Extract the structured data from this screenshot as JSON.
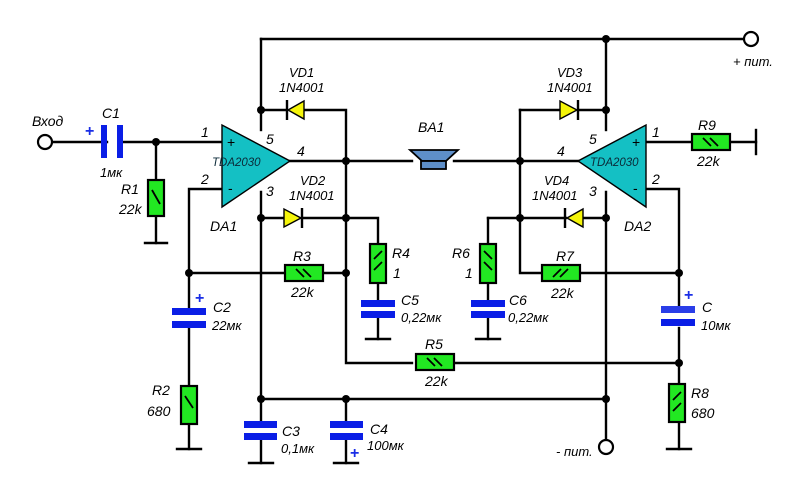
{
  "diagram": {
    "title": "",
    "terminals": {
      "input": "Вход",
      "plus_supply": "+ пит.",
      "minus_supply": "- пит."
    },
    "amplifiers": [
      {
        "ref": "DA1",
        "part": "TDA2030",
        "pins": {
          "in_plus": "1",
          "in_minus": "2",
          "gnd": "3",
          "out": "4",
          "vcc": "5"
        },
        "plus_sign": "+",
        "minus_sign": "-"
      },
      {
        "ref": "DA2",
        "part": "TDA2030",
        "pins": {
          "in_plus": "1",
          "in_minus": "2",
          "gnd": "3",
          "out": "4",
          "vcc": "5"
        },
        "plus_sign": "+",
        "minus_sign": "-"
      }
    ],
    "diodes": [
      {
        "ref": "VD1",
        "part": "1N4001"
      },
      {
        "ref": "VD2",
        "part": "1N4001"
      },
      {
        "ref": "VD3",
        "part": "1N4001"
      },
      {
        "ref": "VD4",
        "part": "1N4001"
      }
    ],
    "speaker": {
      "ref": "BA1"
    },
    "resistors": [
      {
        "ref": "R1",
        "value": "22k"
      },
      {
        "ref": "R2",
        "value": "680"
      },
      {
        "ref": "R3",
        "value": "22k"
      },
      {
        "ref": "R4",
        "value": "1"
      },
      {
        "ref": "R5",
        "value": "22k"
      },
      {
        "ref": "R6",
        "value": "1"
      },
      {
        "ref": "R7",
        "value": "22k"
      },
      {
        "ref": "R8",
        "value": "680"
      },
      {
        "ref": "R9",
        "value": "22k"
      }
    ],
    "capacitors": [
      {
        "ref": "C1",
        "value": "1мк",
        "polarity": "+"
      },
      {
        "ref": "C2",
        "value": "22мк",
        "polarity": "+"
      },
      {
        "ref": "C3",
        "value": "0,1мк"
      },
      {
        "ref": "C4",
        "value": "100мк",
        "polarity": "+"
      },
      {
        "ref": "C5",
        "value": "0,22мк"
      },
      {
        "ref": "C6",
        "value": "0,22мк"
      },
      {
        "ref": "C",
        "value": "10мк",
        "polarity": "+"
      }
    ],
    "colors": {
      "resistor": "#22e822",
      "capacitor": "#0a1ee6",
      "diode": "#f5f50a",
      "amplifier": "#14c0c4",
      "speaker": "#5e8fc9",
      "wire": "#000000"
    }
  }
}
